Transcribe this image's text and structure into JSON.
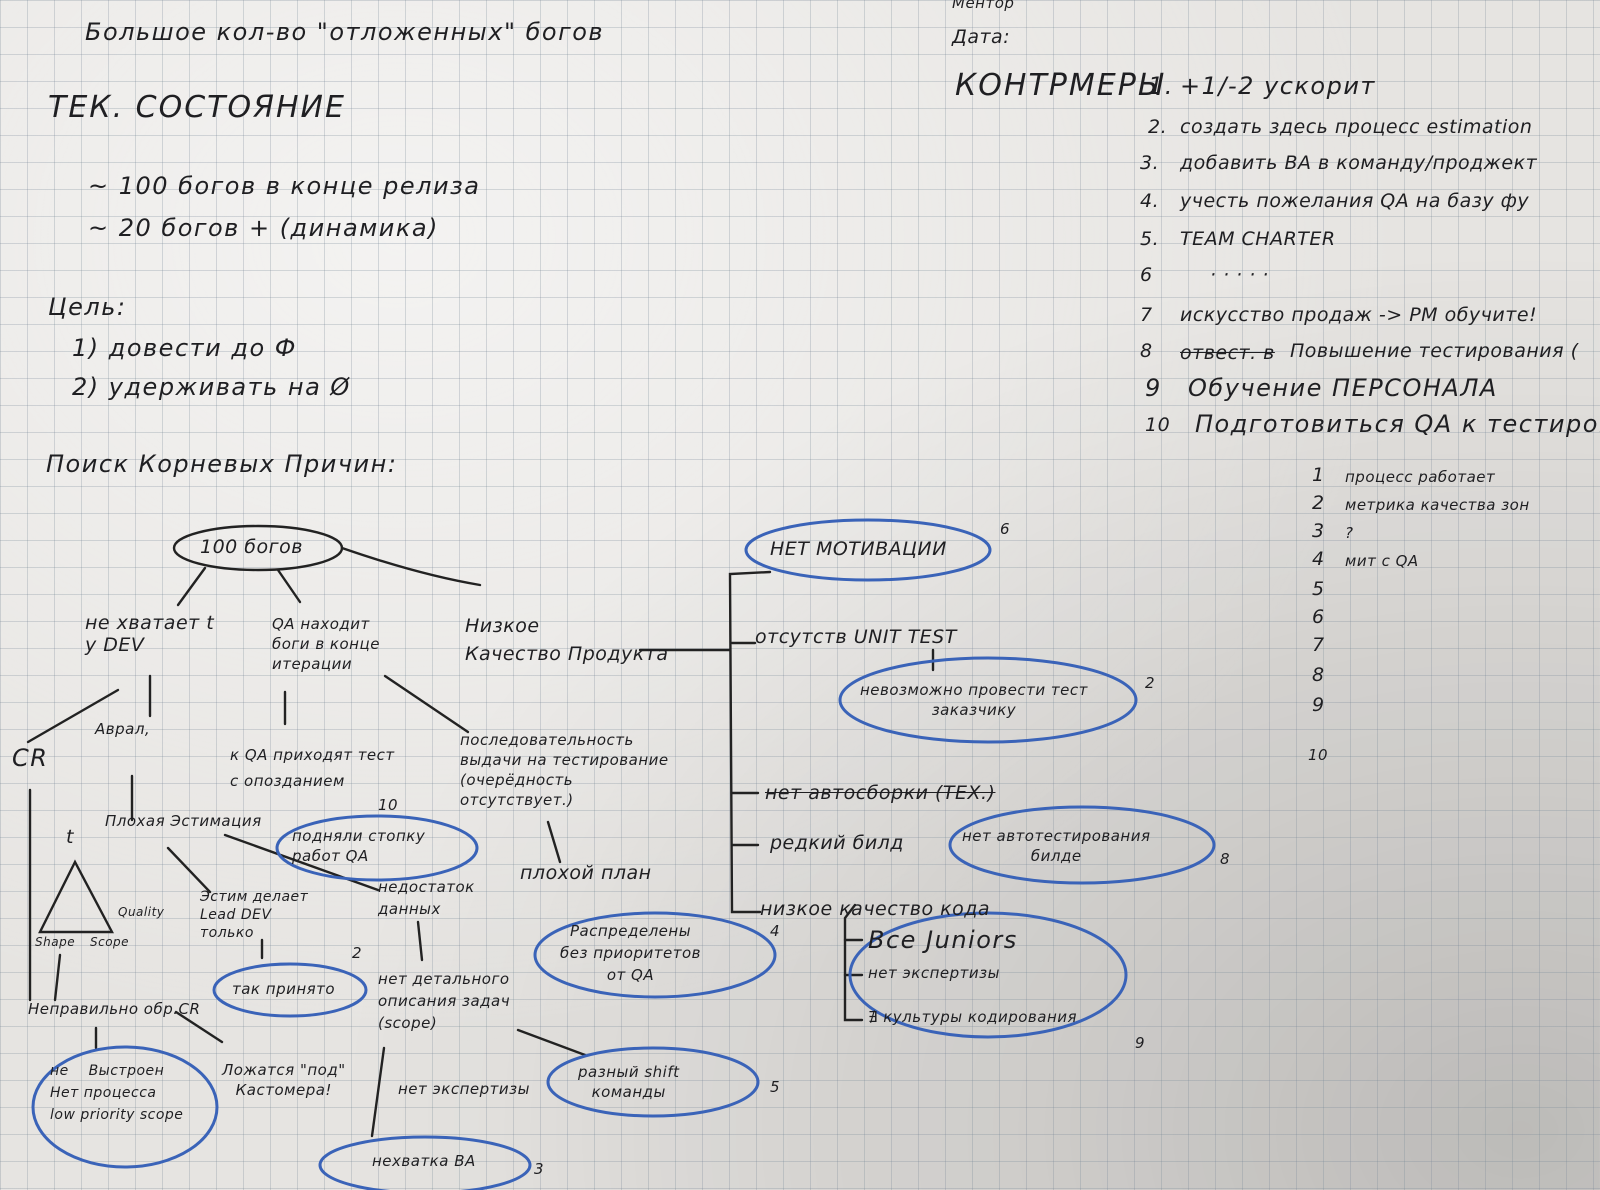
{
  "header": {
    "title": "Большое кол-во \"отложенных\" богов",
    "mentor": "Ментор",
    "date": "Дата:"
  },
  "current_state": {
    "heading": "ТЕК. СОСТОЯНИЕ",
    "line1": "~ 100 богов в конце релиза",
    "line2": "~ 20 богов + (динамика)"
  },
  "goal": {
    "heading": "Цель:",
    "item1": "1) довести до Ф",
    "item2": "2) удерживать на Ø"
  },
  "root_causes_heading": "Поиск Корневых Причин:",
  "countermeasures": {
    "heading": "КОНТРМЕРЫ",
    "items": [
      {
        "num": "1.",
        "text": "+1/-2 ускорит"
      },
      {
        "num": "2.",
        "text": "создать здесь процесс estimation"
      },
      {
        "num": "3.",
        "text": "добавить BA в команду/проджект"
      },
      {
        "num": "4.",
        "text": "учесть пожелания QA на базу фу"
      },
      {
        "num": "5.",
        "text": "TEAM CHARTER"
      },
      {
        "num": "6",
        "text": "· · · · ·"
      },
      {
        "num": "7",
        "text": "искусство продаж -> PM обучите!"
      },
      {
        "num": "8",
        "text": "Повышение тестирования (",
        "strike": "отвест. в"
      },
      {
        "num": "9",
        "text": "Обучение ПЕРСОНАЛА"
      },
      {
        "num": "10",
        "text": "Подготовиться QA к тестирован"
      }
    ]
  },
  "metrics": [
    {
      "num": "1",
      "text": "процесс работает"
    },
    {
      "num": "2",
      "text": "метрика качества зон"
    },
    {
      "num": "3",
      "text": "?"
    },
    {
      "num": "4",
      "text": "мит с QA"
    },
    {
      "num": "5",
      "text": ""
    },
    {
      "num": "6",
      "text": ""
    },
    {
      "num": "7",
      "text": ""
    },
    {
      "num": "8",
      "text": ""
    },
    {
      "num": "9",
      "text": ""
    },
    {
      "num": "10",
      "text": ""
    }
  ],
  "tree": {
    "root": "100 богов",
    "b1": "не хватает t\nу DEV",
    "b2": "QA находит\nбоги в конце\nитерации",
    "b3": "Низкое\nКачество Продукта",
    "cr": "CR",
    "avral": "Аврал,",
    "qa_late": "к QA приходят тест\nс опозданием",
    "sequence": "последовательность\nвыдачи на тестирование\n(очерёдность\nотсутствует.)",
    "bad_estimation": "Плохая Эстимация",
    "pile_up": "подняли стопку\nработ QA",
    "pile_up_num": "10",
    "bad_plan": "плохой план",
    "triangle_t": "t",
    "triangle_quality": "Quality",
    "triangle_shape": "Shape",
    "triangle_scope": "Scope",
    "estimates_lead": "Эстим делает\nLead DEV\nтолько",
    "so_accepted": "так принято",
    "so_accepted_num": "2",
    "lack_data": "недостаток\nданных",
    "no_detail": "нет детального\nописания задач\n(scope)",
    "distributed": "Распределены\nбез приоритетов\nот QA",
    "distributed_num": "4",
    "wrong_cr": "Неправильно обр.CR",
    "no_framework": "не    Выстроен\nНет процесса\nlow priority scope",
    "lying_customer": "Ложатся \"под\"\nКастомера!",
    "no_experts": "нет экспертизы",
    "shift": "разный shift\nкоманды",
    "shift_num": "5",
    "lack_ba": "нехватка BA",
    "lack_ba_num": "3",
    "no_motivation": "НЕТ МОТИВАЦИИ",
    "no_motivation_num": "6",
    "no_unit": "отсутств UNIT TEST",
    "cant_test": "невозможно провести тест\nзаказчику",
    "cant_test_num": "2",
    "no_autobuild": "нет автосборки (ТЕХ.)",
    "rare_build": "редкий билд",
    "no_autotest": "нет автотестирования\nбилде",
    "no_autotest_num": "8",
    "low_code": "низкое качество кода",
    "all_juniors": "Все Juniors",
    "no_expertise": "нет экспертизы",
    "no_culture": "∄ культуры кодирования",
    "no_culture_num": "9"
  }
}
